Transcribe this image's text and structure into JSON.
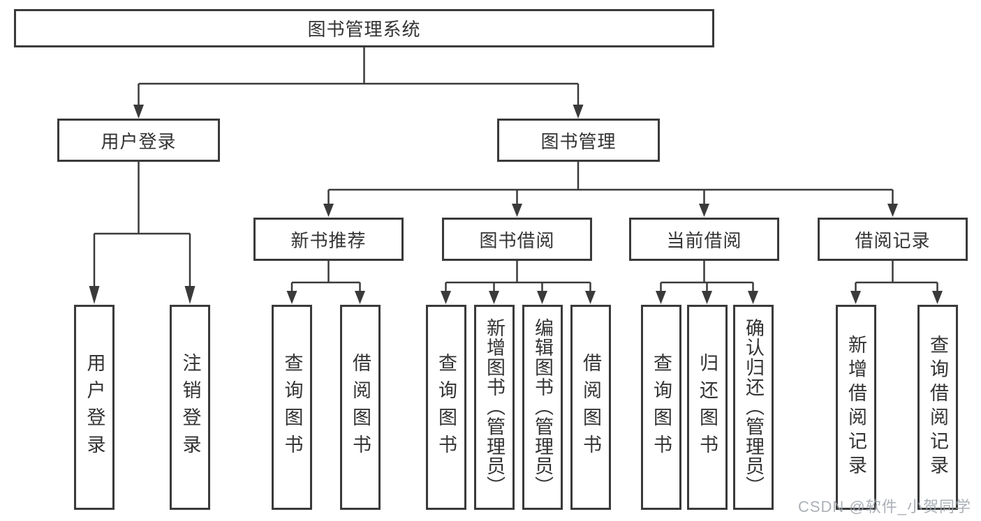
{
  "tree": {
    "root": {
      "label": "图书管理系统"
    },
    "branches": [
      {
        "label": "用户登录",
        "children": [
          "用户登录",
          "注销登录"
        ]
      },
      {
        "label": "图书管理",
        "sections": [
          {
            "label": "新书推荐",
            "children": [
              "查询图书",
              "借阅图书"
            ]
          },
          {
            "label": "图书借阅",
            "children": [
              "查询图书",
              "新增图书（管理员）",
              "编辑图书（管理员）",
              "借阅图书"
            ]
          },
          {
            "label": "当前借阅",
            "children": [
              "查询图书",
              "归还图书",
              "确认归还（管理员）"
            ]
          },
          {
            "label": "借阅记录",
            "children": [
              "新增借阅记录",
              "查询借阅记录"
            ]
          }
        ]
      }
    ]
  },
  "watermark": "CSDN @软件_小贺同学",
  "colors": {
    "line": "#3a3a3a",
    "text": "#333333",
    "watermark": "#9ca2aa"
  }
}
